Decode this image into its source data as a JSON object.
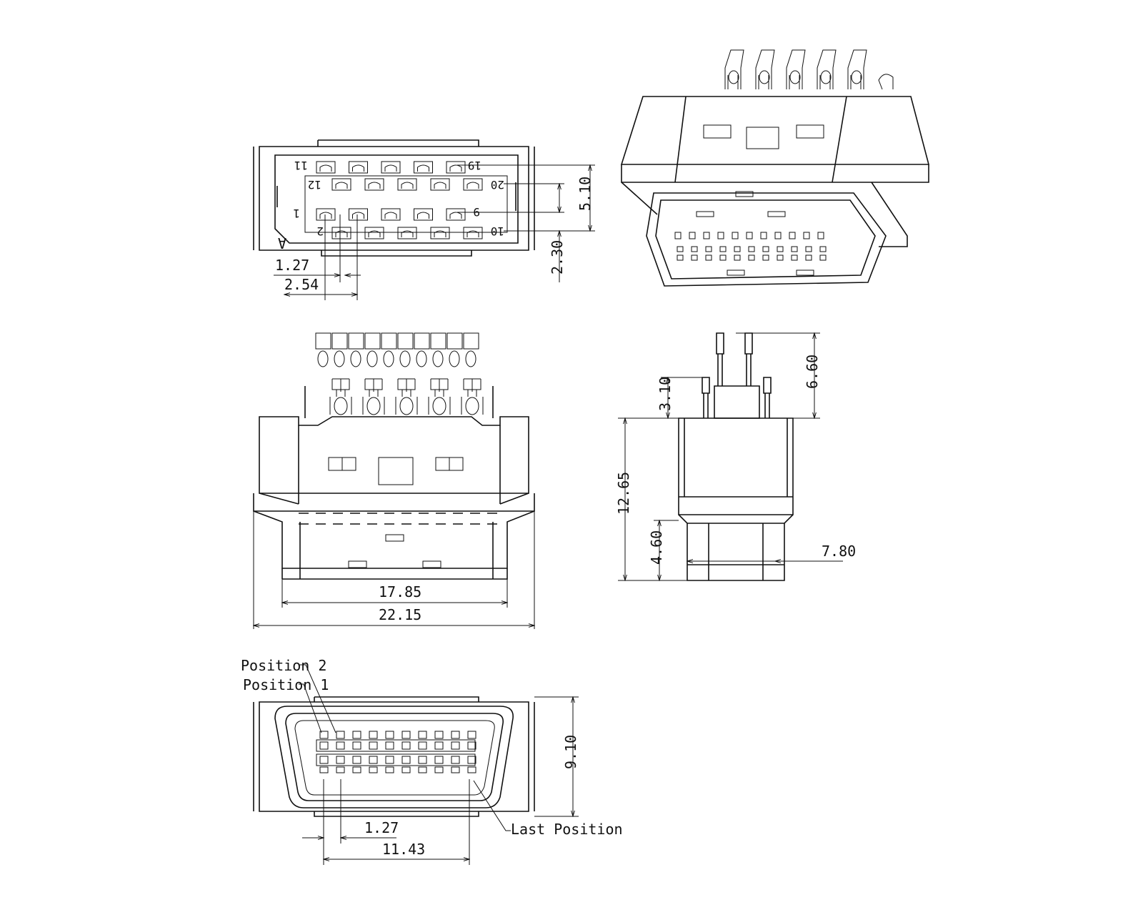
{
  "views": {
    "front_face": {
      "corner_mark": "A",
      "pin_numbers": {
        "p11": "11",
        "p19": "19",
        "p12": "12",
        "p20": "20",
        "p1": "1",
        "p9": "9",
        "p2": "2",
        "p10": "10"
      },
      "dims": {
        "pitch_half": "1.27",
        "pitch": "2.54",
        "row_span": "5.10",
        "row_gap": "2.30"
      }
    },
    "top_view": {
      "dims": {
        "inner_width": "17.85",
        "overall_width": "22.15"
      }
    },
    "side_view": {
      "dims": {
        "pin_length": "6.60",
        "short_pin": "3.10",
        "body_height": "12.65",
        "plug_height": "4.60",
        "plug_depth": "7.80"
      }
    },
    "mating_face": {
      "labels": {
        "position_2": "Position 2",
        "position_1": "Position 1",
        "last_position": "Last Position"
      },
      "dims": {
        "height": "9.10",
        "pitch": "1.27",
        "span": "11.43"
      }
    }
  },
  "colors": {
    "line": "#111111",
    "background": "#ffffff"
  }
}
